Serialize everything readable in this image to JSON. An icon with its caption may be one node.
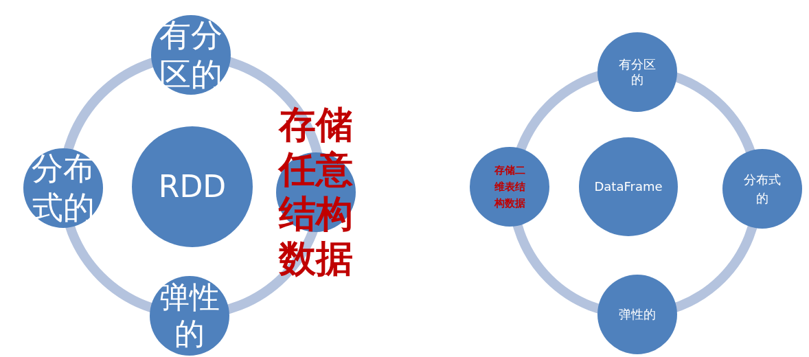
{
  "diagram": {
    "nodes": [
      {
        "text": [
          "有分区的"
        ]
      },
      {
        "text": [
          "分布式的"
        ]
      },
      {
        "text": [
          "RDD"
        ]
      },
      {
        "text": [
          "存储任意结构数据"
        ]
      },
      {
        "text": [
          "弹性的"
        ]
      },
      {
        "text": [
          "有分区的"
        ]
      },
      {
        "text": [
          "存储二维表结构数据"
        ]
      },
      {
        "text": [
          "DataFrame"
        ]
      },
      {
        "text": [
          "分布式的"
        ]
      },
      {
        "text": [
          "弹性的"
        ]
      }
    ]
  }
}
